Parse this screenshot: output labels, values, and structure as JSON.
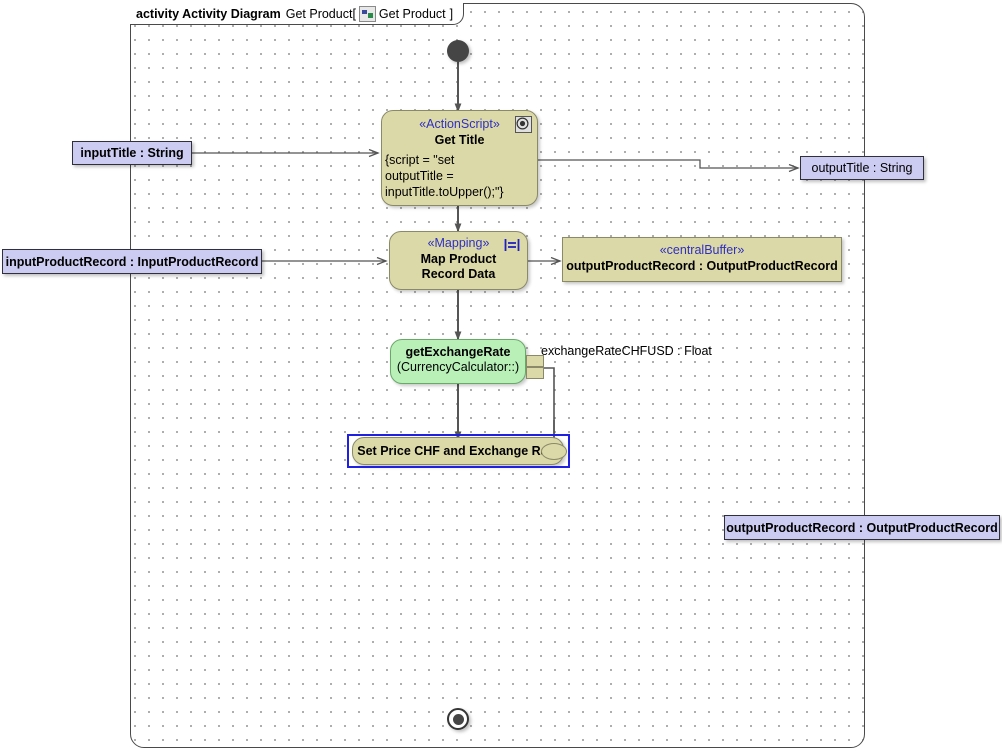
{
  "frame": {
    "keyword": "activity Activity Diagram",
    "name": "Get Product",
    "bracket_open": "[",
    "bracket_close": "]",
    "inner_name": "Get Product",
    "icon": "activity-diagram-icon"
  },
  "nodes": {
    "start": {
      "name": "initial-node"
    },
    "get_title": {
      "stereotype": "«ActionScript»",
      "name": "Get Title",
      "body_line1": "{script = \"set",
      "body_line2": "outputTitle =",
      "body_line3": "inputTitle.toUpper();\"}",
      "icon": "gear-icon"
    },
    "map_product": {
      "stereotype": "«Mapping»",
      "name_line1": "Map Product",
      "name_line2": "Record Data",
      "icon": "mapping-icon"
    },
    "get_exchange_rate": {
      "name": "getExchangeRate",
      "sub": "(CurrencyCalculator::)"
    },
    "set_price": {
      "name": "Set Price CHF and Exchange Rate",
      "selected": true
    },
    "end": {
      "name": "final-node"
    }
  },
  "objects": {
    "input_title": "inputTitle : String",
    "output_title": "outputTitle : String",
    "input_product_record": "inputProductRecord : InputProductRecord",
    "output_product_record": "outputProductRecord : OutputProductRecord"
  },
  "buffer": {
    "stereotype": "«centralBuffer»",
    "name": "outputProductRecord : OutputProductRecord"
  },
  "labels": {
    "exchange_rate_pin": "exchangeRateCHFUSD : Float"
  },
  "colors": {
    "action_fill": "#dcd9a8",
    "action_stroke": "#8a8a6a",
    "green_fill": "#b8f0b8",
    "green_stroke": "#6aa86a",
    "object_fill": "#ccccf2",
    "object_stroke": "#30303a",
    "stereotype_text": "#3030c0",
    "selection": "#2020e0",
    "frame_stroke": "#4a4a4a",
    "edge": "#555555"
  }
}
